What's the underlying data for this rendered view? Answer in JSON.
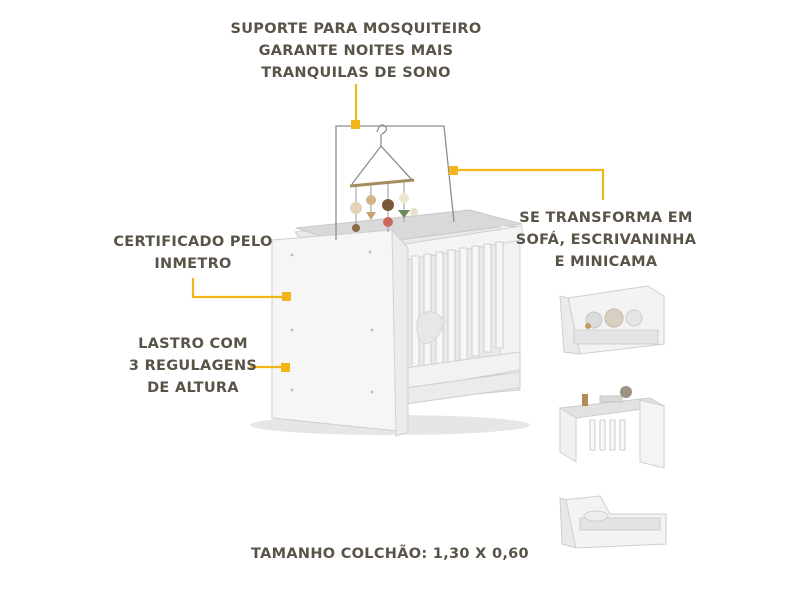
{
  "callouts": {
    "mosquito": [
      "SUPORTE PARA MOSQUITEIRO",
      "GARANTE NOITES MAIS",
      "TRANQUILAS DE SONO"
    ],
    "transform": [
      "SE TRANSFORMA EM",
      "SOFÁ, ESCRIVANINHA",
      "E MINICAMA"
    ],
    "certified": [
      "CERTIFICADO PELO",
      "INMETRO"
    ],
    "base": [
      "LASTRO COM",
      "3 REGULAGENS",
      "DE ALTURA"
    ]
  },
  "mattress_size": "TAMANHO COLCHÃO: 1,30 X 0,60",
  "colors": {
    "accent": "#f2b619",
    "text": "#5a5348"
  }
}
